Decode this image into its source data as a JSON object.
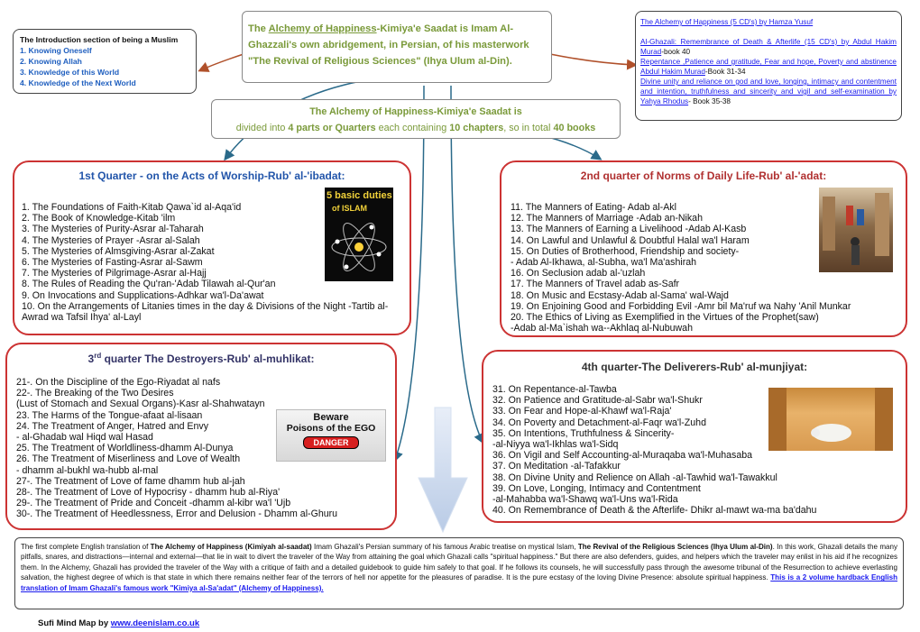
{
  "intro_box": {
    "title": "The Introduction section of being a Muslim",
    "items": [
      "1. Knowing Oneself",
      "2. Knowing Allah",
      "3. Knowledge of this World",
      "4. Knowledge of the Next World"
    ]
  },
  "center_top": {
    "prefix": "The ",
    "title_link": "Alchemy of Happiness",
    "rest": "-Kimiya'e Saadat is Imam Al-Ghazzali's own abridgement, in Persian, of his masterwork \"The Revival of Religious Sciences\" (Ihya Ulum al-Din)."
  },
  "resources_box": {
    "links": [
      {
        "text": "The Alchemy of Happiness (5 CD's) by Hamza Yusuf",
        "suffix": ""
      },
      {
        "text": "Al-Ghazali: Remembrance of Death & Afterlife (15 CD's)  by Abdul Hakim Murad",
        "suffix": "-book 40"
      },
      {
        "text": "Repentance ,Patience and gratitude, Fear and hope, Poverty and abstinence Abdul Hakim Murad",
        "suffix": "-Book 31-34"
      },
      {
        "text": "Divine unity and reliance on god and  love, longing, intimacy and contentment and intention, truthfulness and sincerity and vigil and self-examination by Yahya Rhodus",
        "suffix": "- Book 35-38"
      }
    ]
  },
  "center_mid": {
    "line1": "The Alchemy of Happiness-Kimiya'e Saadat is",
    "line2_a": "divided into ",
    "line2_b": "4 parts or Quarters",
    "line2_c": " each containing ",
    "line2_d": "10 chapters",
    "line2_e": ", so in total ",
    "line2_f": "40 books"
  },
  "q1": {
    "title": "1st Quarter - on the Acts of Worship-Rub' al-'ibadat:",
    "image_text": [
      "5 basic duties",
      "of ISLAM"
    ],
    "items": [
      "1.  The Foundations of Faith-Kitab Qawa`id al-Aqa'id",
      "2.  The Book of Knowledge-Kitab 'ilm",
      "3.  The Mysteries of Purity-Asrar al-Taharah",
      "4.  The Mysteries of Prayer -Asrar al-Salah",
      "5.  The Mysteries of Almsgiving-Asrar al-Zakat",
      "6.  The Mysteries of Fasting-Asrar al-Sawm",
      "7.  The Mysteries of Pilgrimage-Asrar al-Hajj",
      "8.  The Rules of Reading the Qu'ran-'Adab Tilawah al-Qur'an",
      "9.  On Invocations and Supplications-Adhkar wa'l-Da'awat",
      "10. On the Arrangements of Litanies times in the day &  Divisions of the Night -Tartib al-Awrad wa Tafsil Ihya' al-Layl"
    ]
  },
  "q2": {
    "title": "2nd quarter of Norms of Daily Life-Rub' al-'adat:",
    "items": [
      "11. The Manners of Eating- Adab al-Akl",
      "12. The Manners of Marriage -Adab an-Nikah",
      "13. The Manners of Earning a Livelihood -Adab Al-Kasb",
      "14. On Lawful and Unlawful &  Doubtful Halal wa'l Haram",
      "15. On Duties of Brotherhood, Friendship and society-",
      " - Adab Al-Ikhawa, al-Subha, wa'l Ma'ashirah",
      "16. On Seclusion   adab al-'uzlah",
      "17. The Manners of Travel adab as-Safr",
      "18. On Music and Ecstasy-Adab al-Sama' wal-Wajd",
      "19. On Enjoining Good and Forbidding Evil -Amr bil Ma'ruf wa Nahy 'Anil Munkar",
      "20. The Ethics of Living as Exemplified in the Virtues of the Prophet(saw)",
      "-Adab al-Ma`ishah wa--Akhlaq al-Nubuwah"
    ]
  },
  "q3": {
    "title_num": "3",
    "title_sup": "rd",
    "title_rest": "quarter The Destroyers-Rub' al-muhlikat:",
    "image_text": [
      "Beware",
      "Poisons of the EGO",
      "DANGER"
    ],
    "items": [
      "21-. On the Discipline of the Ego-Riyadat al nafs",
      "22-. The Breaking of the Two Desires",
      "(Lust of Stomach and Sexual Organs)-Kasr al-Shahwatayn",
      "23. The Harms of the Tongue-afaat al-lisaan",
      "24. The Treatment of Anger, Hatred and Envy",
      " - al-Ghadab wal Hiqd wal Hasad",
      "25. The Treatment of Worldliness-dhamm  Al-Dunya",
      "26. The Treatment of Miserliness and Love of Wealth",
      " - dhamm al-bukhl wa-hubb al-mal",
      "27-. The Treatment of Love of fame  dhamm  hub al-jah",
      "28-. The Treatment of Love of  Hypocrisy - dhamm hub al-Riya'",
      "29-. The Treatment of Pride and Conceit -dhamm al-kibr wa'l 'Ujb",
      "30-. The Treatment of Heedlessness, Error and Delusion - Dhamm al-Ghuru"
    ]
  },
  "q4": {
    "title": "4th  quarter-The Deliverers-Rub' al-munjiyat:",
    "items": [
      "31. On Repentance-al-Tawba",
      "32. On Patience and Gratitude-al-Sabr wa'l-Shukr",
      "33. On Fear and Hope-al-Khawf wa'l-Raja'",
      "34. On Poverty and Detachment-al-Faqr wa'l-Zuhd",
      "35. On Intentions, Truthfulness & Sincerity-",
      "-al-Niyya wa'l-Ikhlas wa'l-Sidq",
      "36. On Vigil and Self Accounting-al-Muraqaba wa'l-Muhasaba",
      "37. On Meditation -al-Tafakkur",
      "38. On Divine Unity and Relience on Allah -al-Tawhid wa'l-Tawakkul",
      "39. On Love, Longing, Intimacy and Contentment",
      "-al-Mahabba wa'l-Shawq wa'l-Uns wa'l-Rida",
      "40. On  Remembrance of Death & the Afterlife- Dhikr al-mawt wa-ma ba'dahu"
    ]
  },
  "bottom": {
    "p1": "The first complete English translation of ",
    "b1": "The Alchemy of Happiness (Kimiyah al-saadat)",
    "p2": " Imam Ghazali's Persian  summary of his famous Arabic treatise on mystical Islam, ",
    "b2": "The Revival of the Religious Sciences (Ihya Ulum al-Din)",
    "p3": ". In this work, Ghazali details the many pitfalls, snares, and distractions—internal and external—that lie in wait to  divert the traveler of the Way from attaining the goal which Ghazali calls \"spiritual happiness.\" But there are also defenders, guides, and helpers which the traveler may enlist in his aid if he recognizes them. In  the Alchemy, Ghazali has provided the traveler of the Way with a critique of faith and a detailed guidebook to guide him safely to that goal. If he follows its counsels, he will successfully pass through the awesome tribunal of the Resurrection to achieve everlasting salvation, the highest degree of which is that state in which there remains  neither fear of the terrors of hell nor appetite for the pleasures of paradise. It is the pure ecstasy of the loving  Divine Presence: absolute spiritual happiness. ",
    "link": "This is a 2 volume hardback English translation of Imam Ghazali's famous work \"Kimiya al-Sa'adat\" (Alchemy of Happiness)."
  },
  "footer": {
    "label": "Sufi Mind Map by ",
    "link": "www.deenislam.co.uk"
  },
  "colors": {
    "red_border": "#cc3333",
    "green_title": "#7a9a3a",
    "q1_title": "#2255aa",
    "q2_title": "#b03030",
    "q3_title": "#333366",
    "q4_title": "#333333",
    "arrow_teal": "#2a6a8a",
    "arrow_brown": "#b0502a",
    "link_blue": "#1a1aee"
  }
}
